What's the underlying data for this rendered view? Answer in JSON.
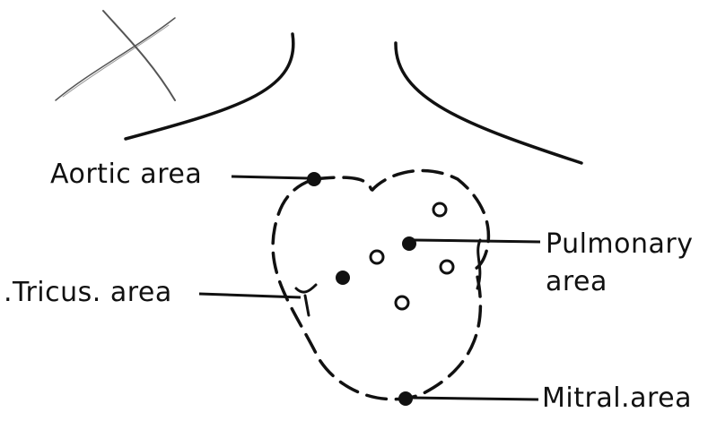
{
  "labels": {
    "aortic": "Aortic area",
    "pulmonary_line1": "Pulmonary",
    "pulmonary_line2": "area",
    "tricus": ".Tricus. area",
    "mitral": "Mitral.area"
  },
  "colors": {
    "ink": "#111111",
    "background": "#ffffff"
  }
}
